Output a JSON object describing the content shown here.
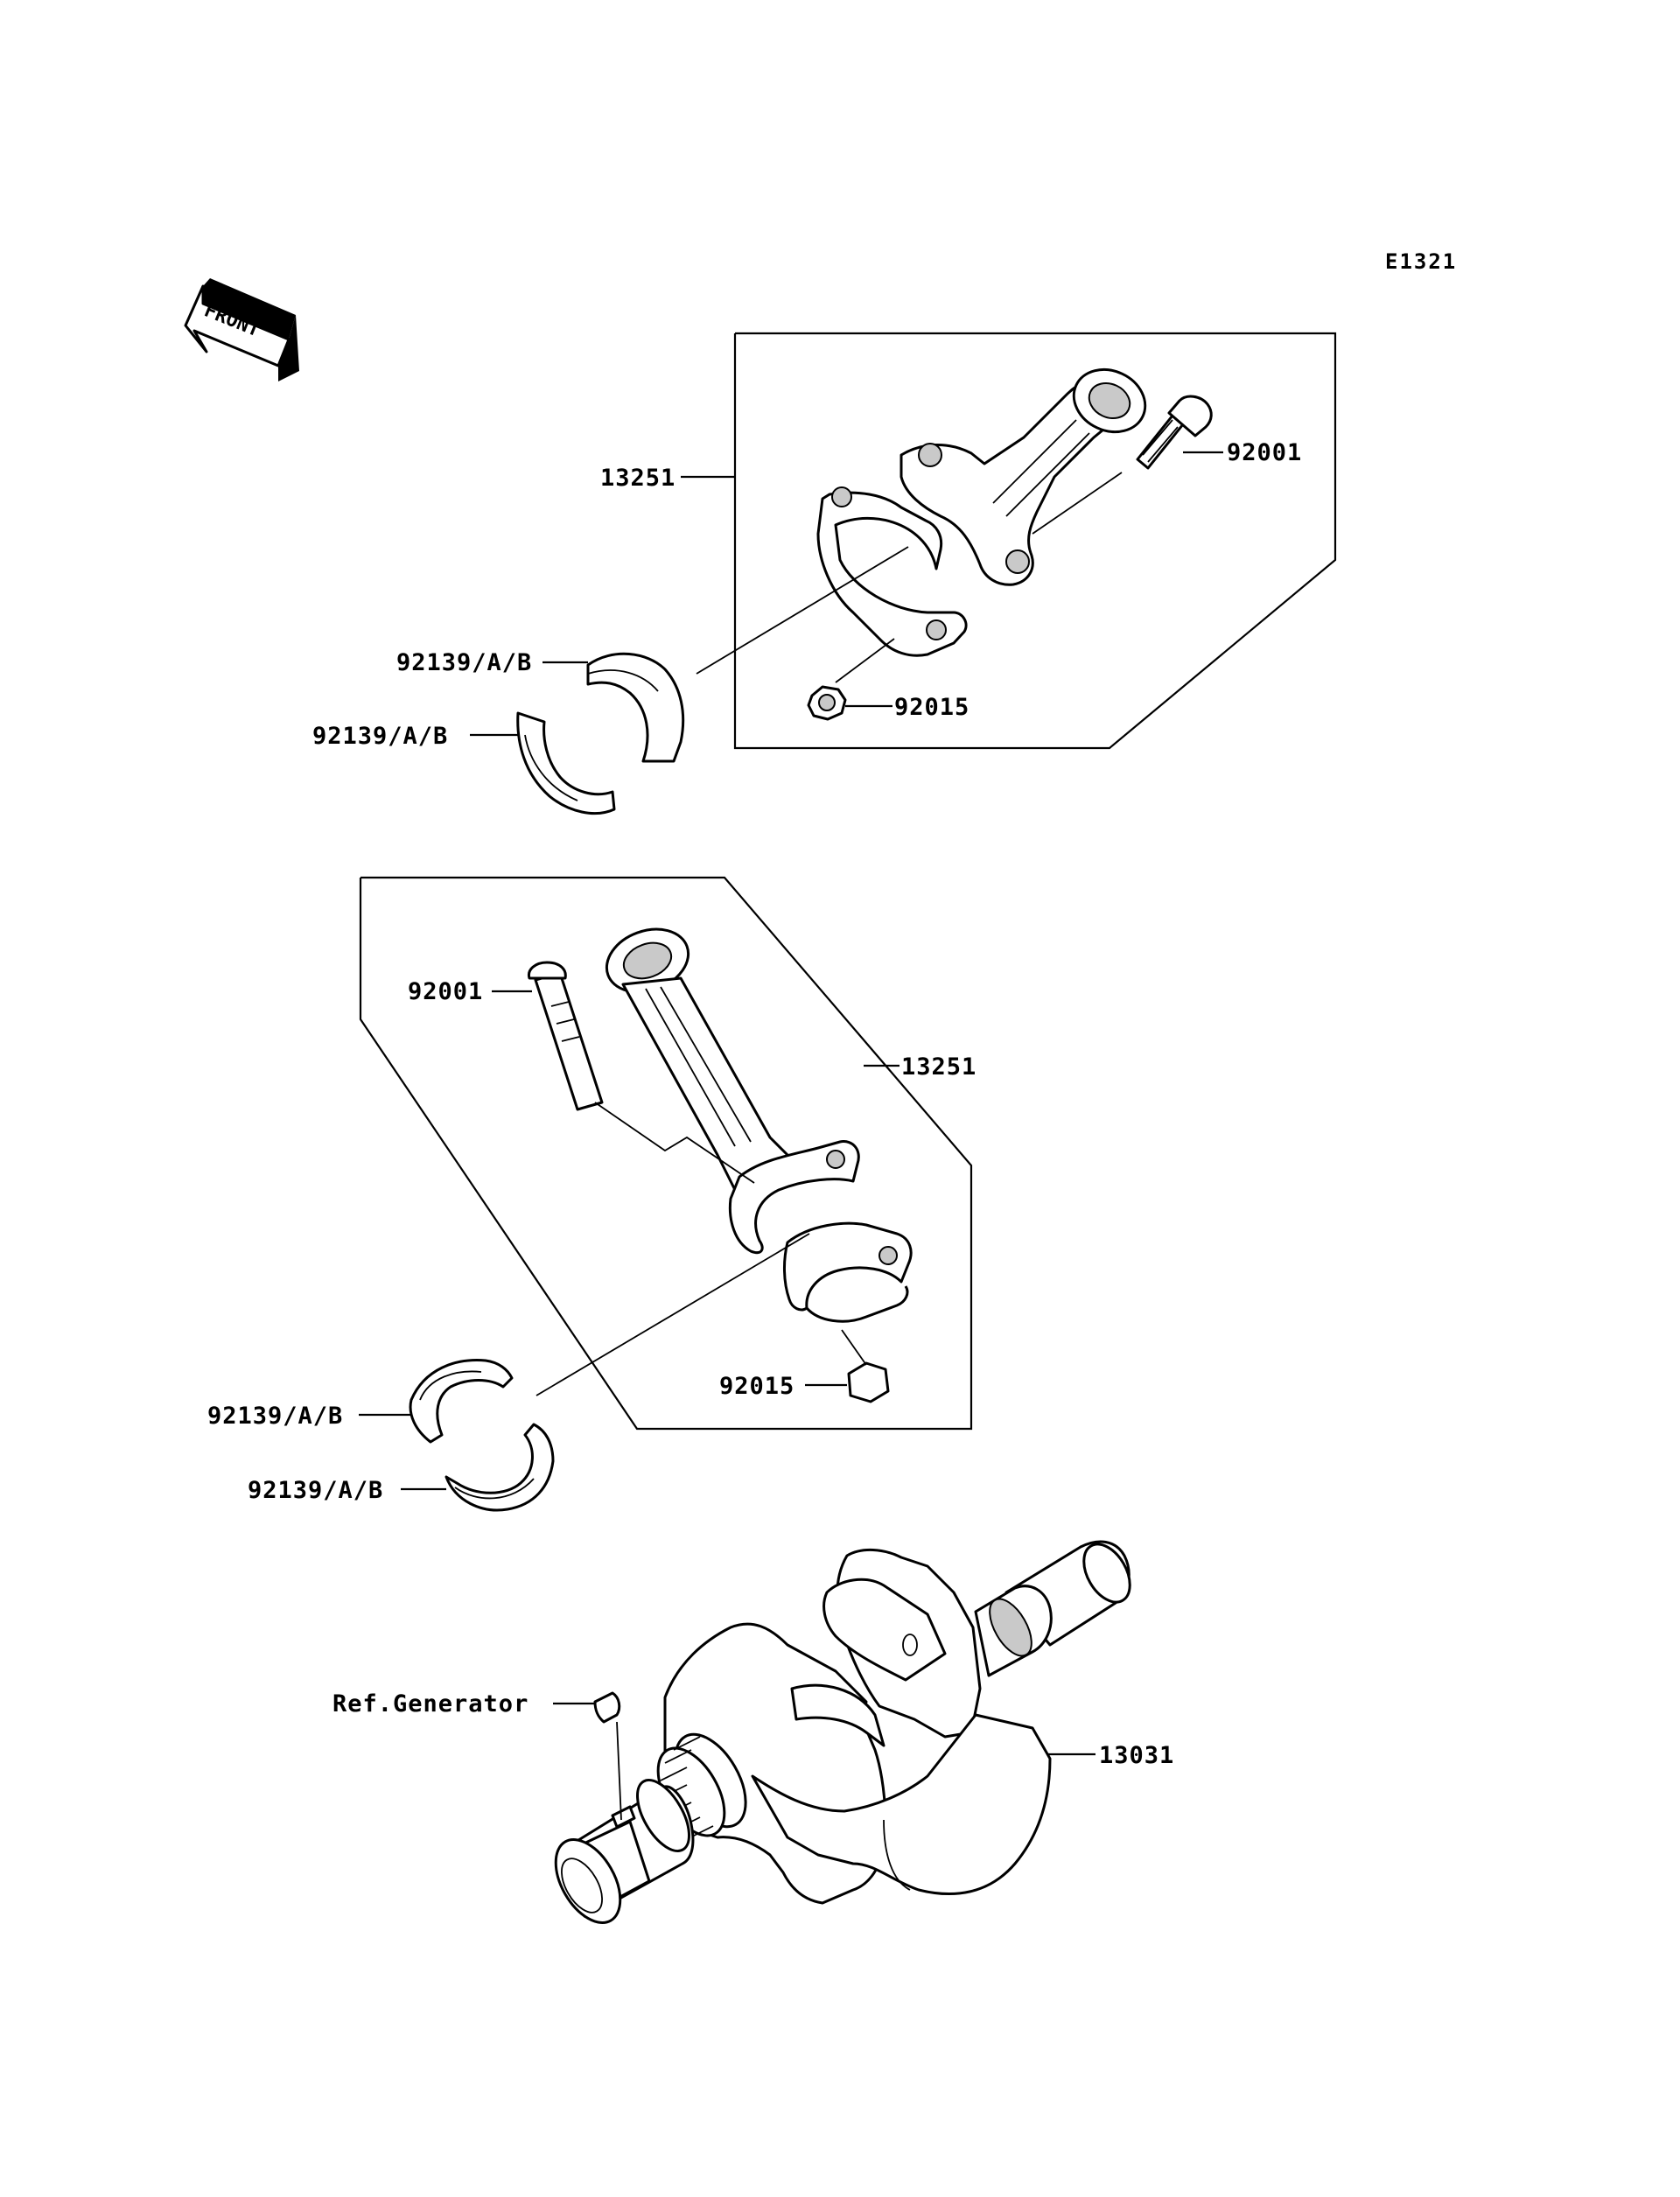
{
  "diagram_code": "E1321",
  "front_label": "FRONT",
  "callouts": {
    "conrod_upper": "13251",
    "bolt_upper": "92001",
    "nut_upper": "92015",
    "bearing_upper_1": "92139/A/B",
    "bearing_upper_2": "92139/A/B",
    "bolt_lower": "92001",
    "conrod_lower": "13251",
    "nut_lower": "92015",
    "bearing_lower_1": "92139/A/B",
    "bearing_lower_2": "92139/A/B",
    "ref_generator": "Ref.Generator",
    "crankshaft": "13031"
  }
}
